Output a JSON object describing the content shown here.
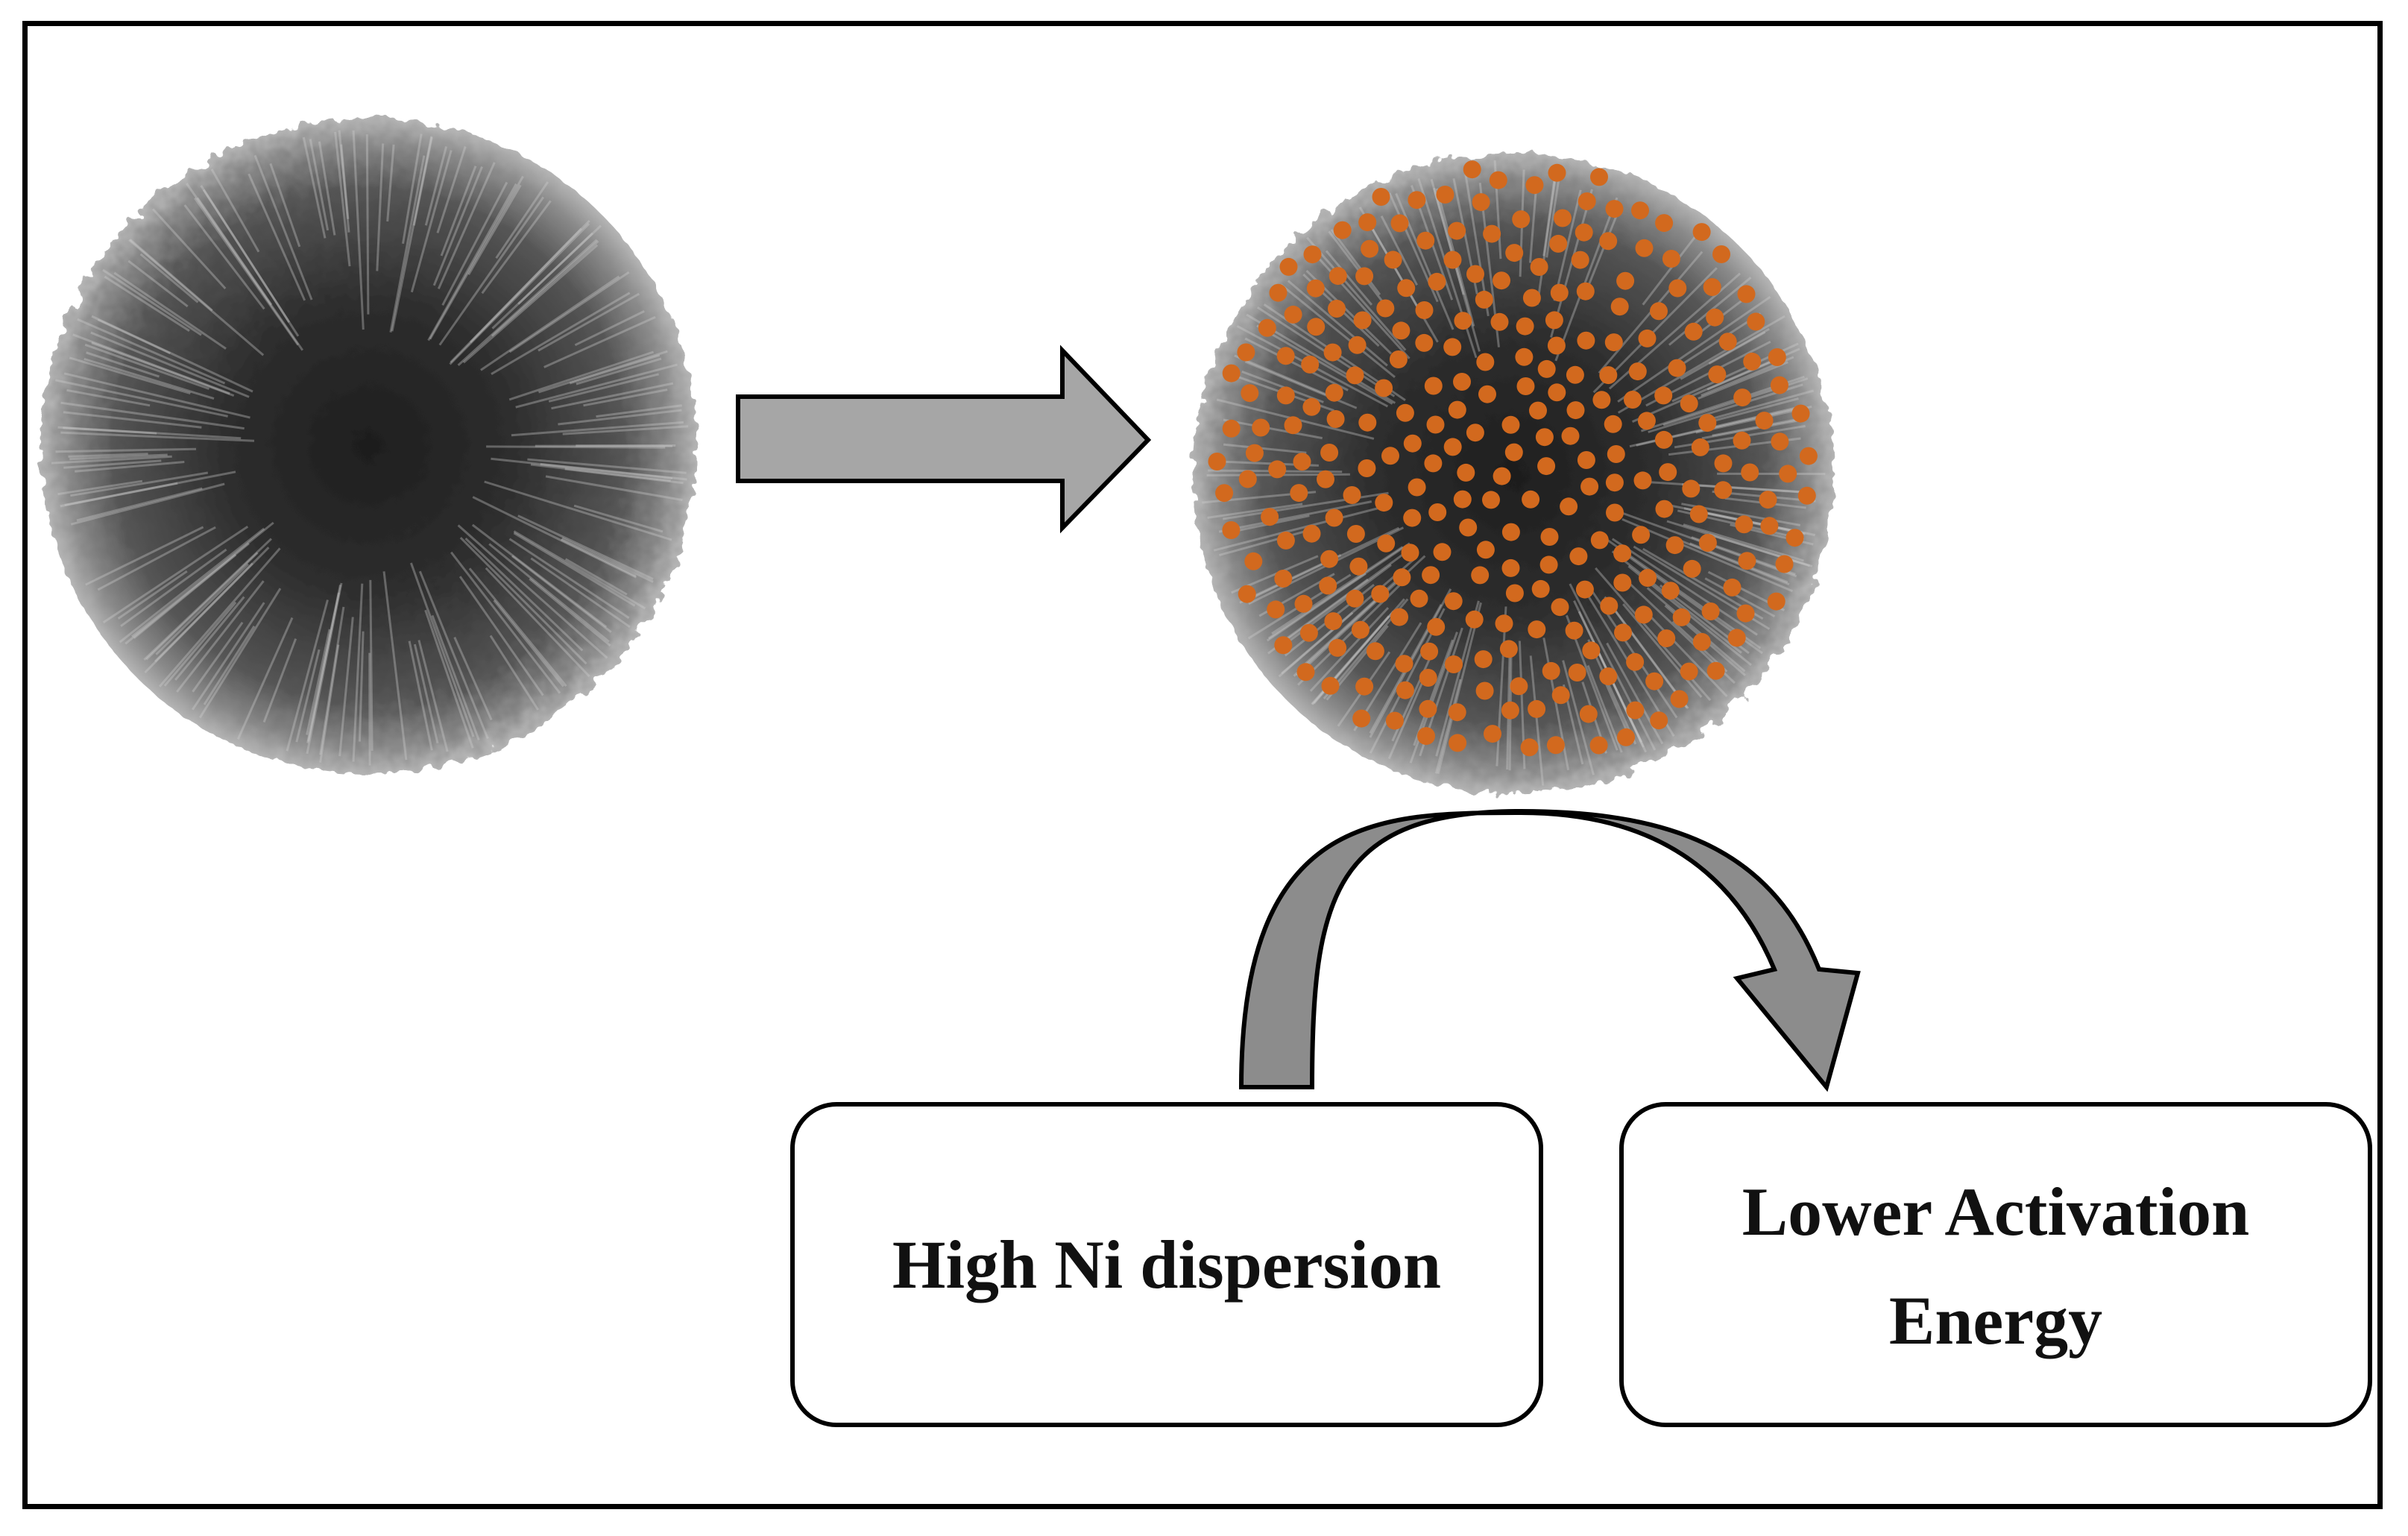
{
  "labels": {
    "left_box": "High Ni dispersion",
    "right_box_line1": "Lower Activation",
    "right_box_line2": "Energy"
  },
  "colors": {
    "frame": "#000000",
    "arrow_fill": "#a6a6a6",
    "arrow_stroke": "#000000",
    "ni_particle": "#d2691e",
    "support_dark": "#1e1e1e",
    "support_light": "#b5b5b5"
  },
  "icons": {
    "support_particle": "mesoporous-sphere-icon",
    "loaded_particle": "ni-loaded-sphere-icon",
    "straight_arrow": "right-arrow-icon",
    "curved_arrow": "curved-arrow-icon"
  }
}
